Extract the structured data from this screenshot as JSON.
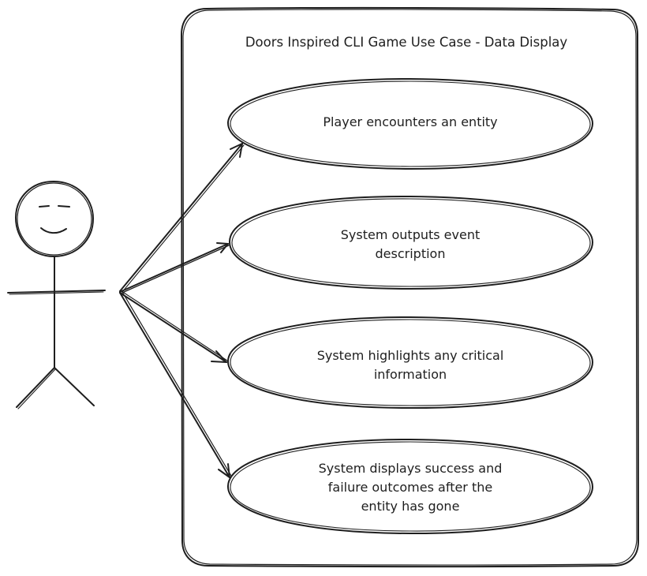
{
  "diagram": {
    "system_title": "Doors Inspired CLI Game Use Case - Data Display",
    "use_cases": [
      {
        "lines": [
          "Player encounters an entity"
        ]
      },
      {
        "lines": [
          "System outputs event",
          "description"
        ]
      },
      {
        "lines": [
          "System highlights any critical",
          "information"
        ]
      },
      {
        "lines": [
          "System displays success and",
          "failure outcomes after the",
          "entity has gone"
        ]
      }
    ],
    "stroke_color": "#1e1e1e",
    "background_color": "#ffffff"
  }
}
